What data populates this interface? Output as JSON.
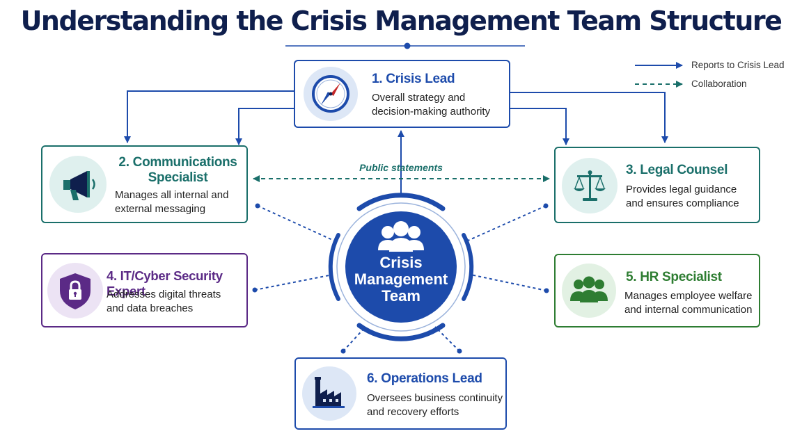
{
  "title": "Understanding the Crisis Management Team Structure",
  "legend": {
    "reports": "Reports to Crisis Lead",
    "collaboration": "Collaboration"
  },
  "connector_label": "Public statements",
  "hub": {
    "lines": [
      "Crisis",
      "Management",
      "Team"
    ]
  },
  "cards": {
    "crisis_lead": {
      "title": "1. Crisis Lead",
      "desc": [
        "Overall strategy and",
        "decision-making authority"
      ],
      "icon": "compass-icon"
    },
    "communications": {
      "title": [
        "2. Communications",
        "Specialist"
      ],
      "desc": [
        "Manages all internal and",
        "external messaging"
      ],
      "icon": "megaphone-icon"
    },
    "legal": {
      "title": "3. Legal Counsel",
      "desc": [
        "Provides legal guidance",
        "and ensures compliance"
      ],
      "icon": "scales-icon"
    },
    "it_security": {
      "title": "4. IT/Cyber Security Expert",
      "desc": [
        "Addresses digital threats",
        "and data breaches"
      ],
      "icon": "lock-shield-icon"
    },
    "hr": {
      "title": "5. HR Specialist",
      "desc": [
        "Manages employee welfare",
        "and internal communication"
      ],
      "icon": "people-icon"
    },
    "operations": {
      "title": "6. Operations Lead",
      "desc": [
        "Oversees business continuity",
        "and recovery efforts"
      ],
      "icon": "factory-icon"
    }
  },
  "colors": {
    "navy": "#0f1f4d",
    "blue": "#1d4bab",
    "teal": "#1a6f6a",
    "purple": "#5b2a86",
    "green": "#2e7d32"
  }
}
